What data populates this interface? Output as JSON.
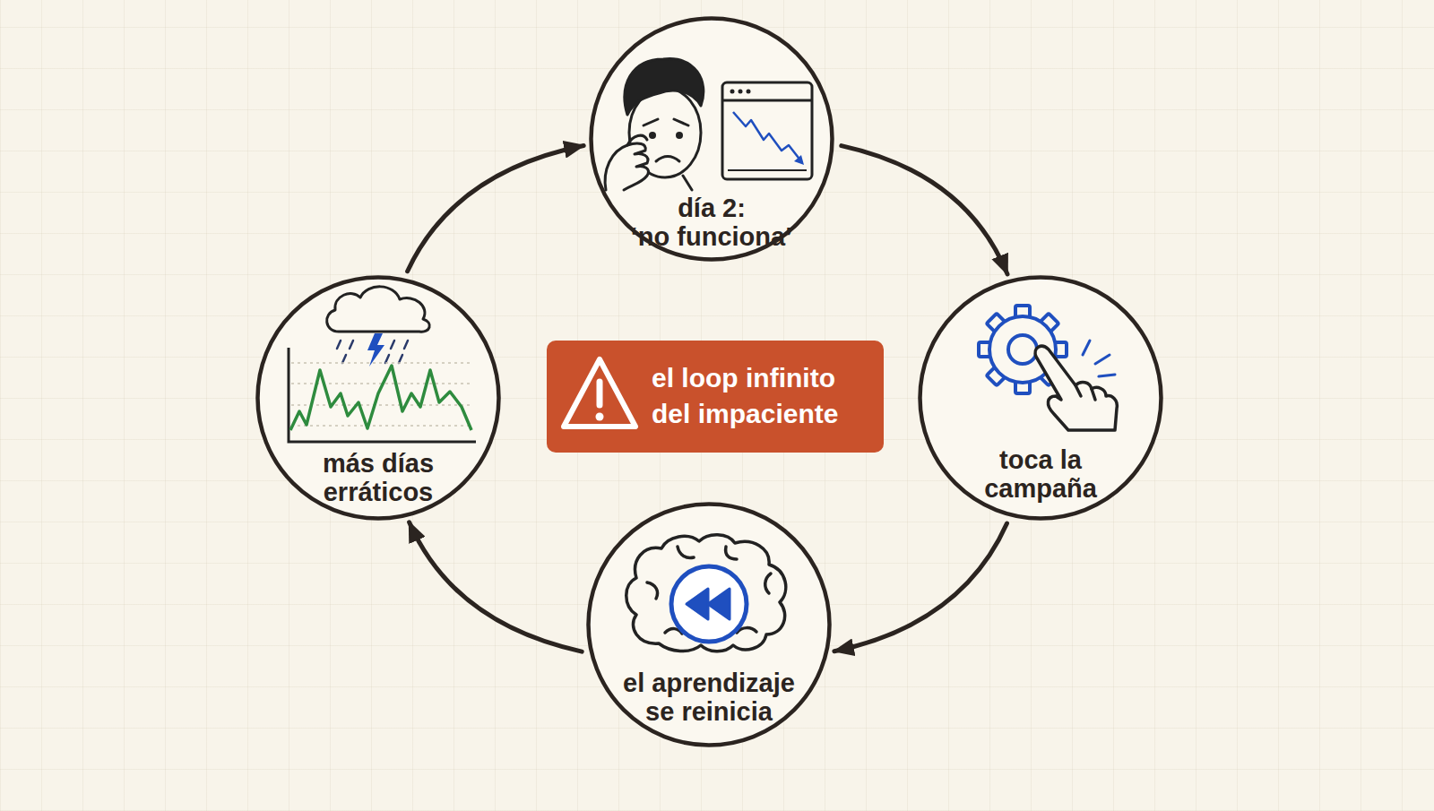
{
  "diagram": {
    "nodes": [
      {
        "text": [
          "día 2: ‘no funciona’"
        ]
      },
      {
        "text": [
          "toca la campaña"
        ]
      },
      {
        "text": [
          "el aprendizaje se reinicia"
        ]
      },
      {
        "text": [
          "más días erráticos"
        ]
      },
      {
        "text": [
          "el loop infinito del impaciente"
        ]
      }
    ],
    "edges": [
      {
        "from": 0,
        "to": 1,
        "arrow": "to"
      },
      {
        "from": 1,
        "to": 2,
        "arrow": "to"
      },
      {
        "from": 2,
        "to": 3,
        "arrow": "to"
      },
      {
        "from": 3,
        "to": 0,
        "arrow": "to"
      }
    ]
  }
}
